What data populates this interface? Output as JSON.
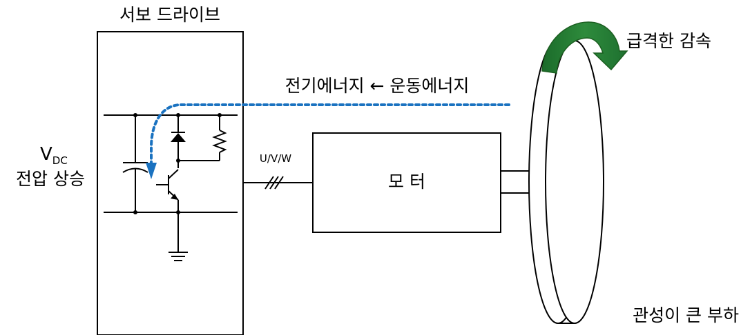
{
  "labels": {
    "servo_drive": "서보 드라이브",
    "motor": "모 터",
    "uvw": "U/V/W",
    "vdc_main": "V",
    "vdc_sub": "DC",
    "voltage_rise": "전압 상승",
    "energy_flow": "전기에너지 ← 운동에너지",
    "rapid_decel": "급격한 감속",
    "inertia_load": "관성이 큰 부하"
  },
  "colors": {
    "line": "#000000",
    "energy_arrow": "#1a72c0",
    "rotation_arrow": "#2e7d32"
  }
}
